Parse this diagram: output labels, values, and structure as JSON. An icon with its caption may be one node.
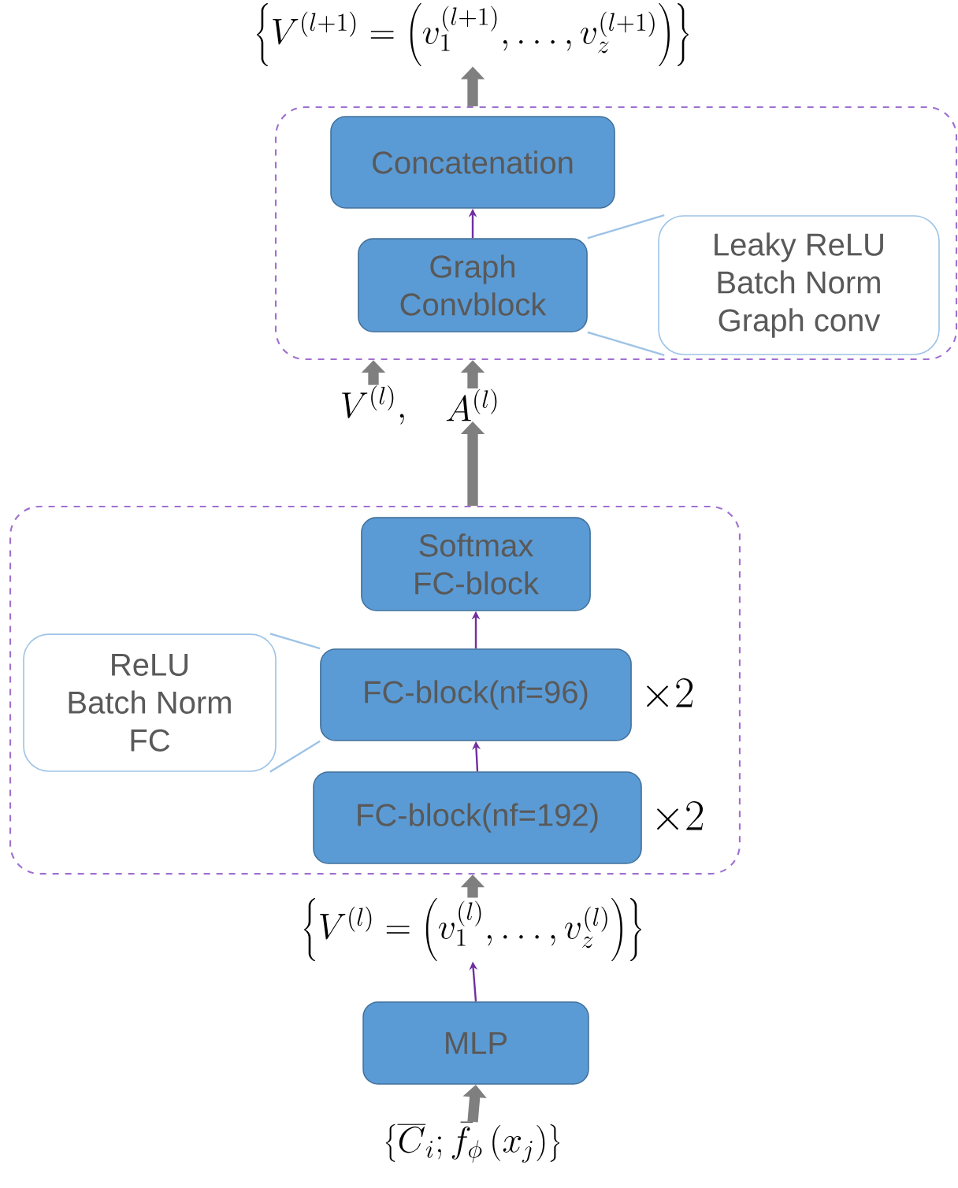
{
  "diagram": {
    "nodes": [
      {
        "text": [
          "\\left\\{V^{(l+1)}=\\left(v_1^{(l+1)},\\ldots,v_z^{(l+1)}\\right)\\right\\}"
        ]
      },
      {
        "text": [],
        "shape": "box"
      },
      {
        "text": [
          "Concatenation"
        ],
        "in": 1
      },
      {
        "text": [
          "Graph Convblock"
        ],
        "in": 1
      },
      {
        "text": [
          "Leaky ReLU",
          "Batch Norm",
          "Graph conv"
        ],
        "in": 1
      },
      {
        "text": [
          "V^{(l)},"
        ]
      },
      {
        "text": [
          "A^{(l)}"
        ]
      },
      {
        "text": [],
        "shape": "box"
      },
      {
        "text": [
          "Softmax FC-block"
        ],
        "in": 7
      },
      {
        "text": [
          "FC-block(nf=96)"
        ],
        "in": 7,
        "beside": [
          "\\times 2"
        ]
      },
      {
        "text": [
          "ReLU",
          "Batch Norm",
          "FC"
        ],
        "in": 7
      },
      {
        "text": [
          "FC-block(nf=192)"
        ],
        "in": 7,
        "beside": [
          "\\times 2"
        ]
      },
      {
        "text": [
          "\\left\\{V^{(l)}=\\left(v_1^{(l)},\\ldots,v_z^{(l)}\\right)\\right\\}"
        ]
      },
      {
        "text": [
          "MLP"
        ]
      },
      {
        "text": [
          "\\left\\{\\overline{C}_i;\\bar{f}_\\phi\\left(x_j\\right)\\right\\}"
        ]
      }
    ],
    "edges": [
      {
        "from": 1,
        "to": 0,
        "arrow": "to",
        "style": "thick"
      },
      {
        "from": 3,
        "to": 2,
        "arrow": "to",
        "color": "#7030a0"
      },
      {
        "from": 4,
        "to": 3,
        "arrow": "none",
        "color": "#9dc3e6"
      },
      {
        "from": 4,
        "to": 3,
        "arrow": "none",
        "color": "#9dc3e6"
      },
      {
        "from": 5,
        "to": 1,
        "arrow": "to",
        "style": "thick"
      },
      {
        "from": 6,
        "to": 1,
        "arrow": "to",
        "style": "thick"
      },
      {
        "from": 7,
        "to": 6,
        "arrow": "to",
        "style": "thick"
      },
      {
        "from": 9,
        "to": 8,
        "arrow": "to",
        "color": "#7030a0"
      },
      {
        "from": 10,
        "to": 9,
        "arrow": "none",
        "color": "#9dc3e6"
      },
      {
        "from": 10,
        "to": 9,
        "arrow": "none",
        "color": "#9dc3e6"
      },
      {
        "from": 11,
        "to": 9,
        "arrow": "to",
        "color": "#7030a0"
      },
      {
        "from": 12,
        "to": 7,
        "arrow": "to",
        "style": "thick"
      },
      {
        "from": 13,
        "to": 12,
        "arrow": "to",
        "color": "#7030a0"
      },
      {
        "from": 14,
        "to": 13,
        "arrow": "to",
        "style": "thick"
      }
    ]
  }
}
